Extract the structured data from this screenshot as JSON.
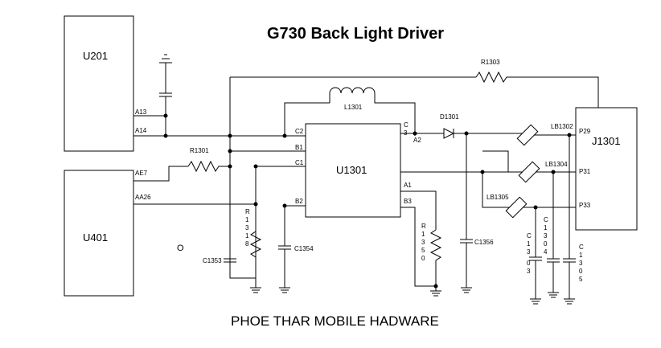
{
  "title": "G730 Back Light Driver",
  "footer": "PHOE THAR MOBILE HADWARE",
  "blocks": {
    "u201": "U201",
    "u401": "U401",
    "u1301": "U1301",
    "j1301": "J1301"
  },
  "pins": {
    "a13": "A13",
    "a14": "A14",
    "ae7": "AE7",
    "aa26": "AA26",
    "c2": "C2",
    "b1": "B1",
    "c1": "C1",
    "b2": "B2",
    "c3_c": "C",
    "c3_3": "3",
    "a2": "A2",
    "a1": "A1",
    "b3": "B3",
    "p29": "P29",
    "p31": "P31",
    "p33": "P33"
  },
  "parts": {
    "l1301": "L1301",
    "r1303": "R1303",
    "d1301": "D1301",
    "r1301": "R1301",
    "lb1302": "LB1302",
    "lb1304": "LB1304",
    "lb1305": "LB1305",
    "c1353": "C1353",
    "c1354": "C1354",
    "c1356": "C1356",
    "r1318": [
      "R",
      "1",
      "3",
      "1",
      "8"
    ],
    "r1350": [
      "R",
      "1",
      "3",
      "5",
      "0"
    ],
    "c1303": [
      "C",
      "1",
      "3",
      "0",
      "3"
    ],
    "c1304": [
      "C",
      "1",
      "3",
      "0",
      "4"
    ],
    "c1305": [
      "C",
      "1",
      "3",
      "0",
      "5"
    ]
  },
  "marker": "O"
}
